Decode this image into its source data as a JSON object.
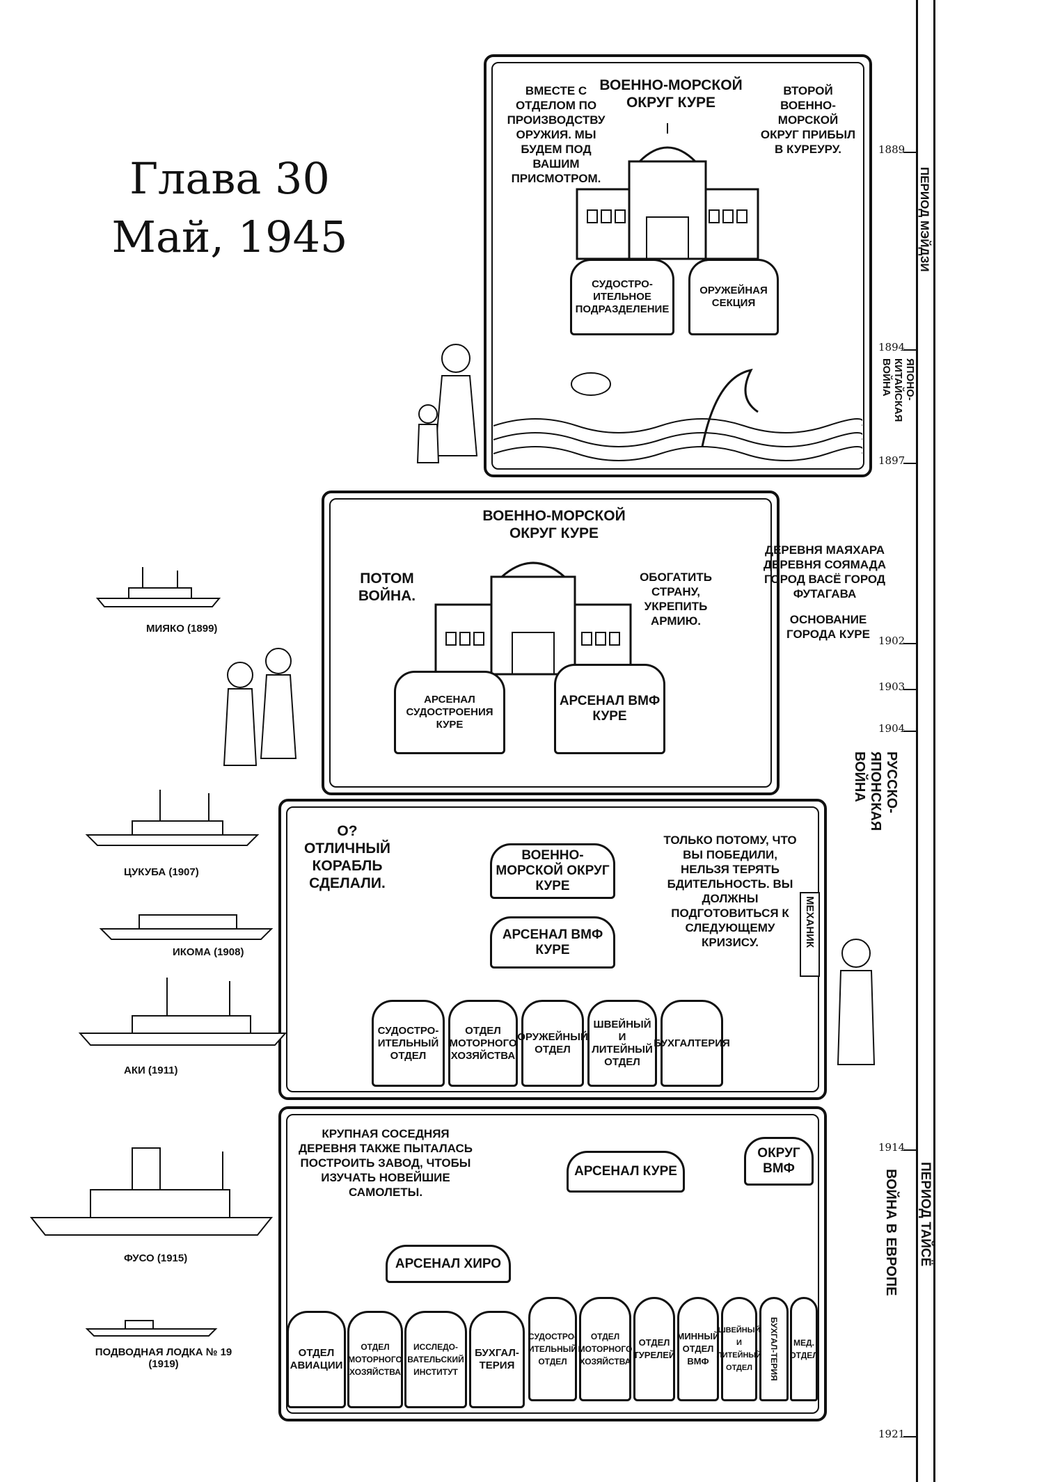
{
  "chapter": {
    "title_line1": "Глава 30",
    "title_line2": "Май, 1945"
  },
  "timeline": {
    "years": [
      "1889",
      "1894",
      "1897",
      "1902",
      "1903",
      "1904",
      "1914",
      "1921"
    ],
    "periods": [
      "Период мэйдзи",
      "Японо-китайская война",
      "Русско-японская война",
      "Война в Европе",
      "Период тайсё"
    ]
  },
  "panel1": {
    "left_text": "Вместе с отделом по производству оружия. Мы будем под вашим присмотром.",
    "top_text": "Военно-морской округ Куре",
    "right_text": "Второй военно-морской округ прибыл в Куреуру.",
    "houses": [
      "Судостро-ительное подразделение",
      "Оружейная секция"
    ]
  },
  "panel2": {
    "top_text": "Военно-морской округ Куре",
    "left_text": "Потом война.",
    "right_text": "Обогатить страну, укрепить армию.",
    "houses": [
      "Арсенал судостроения Куре",
      "Арсенал ВМФ Куре"
    ],
    "side_text": "Деревня Маяхара Деревня Соямада Город Васё Город Футагава",
    "side_text2": "Основание города Куре"
  },
  "panel3": {
    "left_text": "О? Отличный корабль сделали.",
    "top_box": "Военно-морской округ Куре",
    "mid_box": "Арсенал ВМФ Куре",
    "right_text": "Только потому, что вы победили, нельзя терять бдительность. Вы должны подготовиться к следующему кризису.",
    "side_label": "Механик",
    "houses": [
      "Судостро-ительный отдел",
      "Отдел моторного хозяйства",
      "Оружейный отдел",
      "Швейный и литейный отдел",
      "Бухгалтерия"
    ]
  },
  "panel4": {
    "left_text": "Крупная соседняя деревня также пыталась построить завод, чтобы изучать новейшие самолеты.",
    "arsenal_kure": "Арсенал Куре",
    "navy_district": "Округ ВМФ",
    "arsenal_hiro": "Арсенал Хиро",
    "hiro_houses": [
      "Отдел авиации",
      "Отдел моторного хозяйства",
      "Исследо-вательский институт",
      "Бухгал-терия"
    ],
    "kure_houses": [
      "Судостро-ительный отдел",
      "Отдел моторного хозяйства",
      "Отдел турелей",
      "Минный отдел ВМФ",
      "Швейный и литейный отдел",
      "Бухгал-терия",
      "Мед. отдел"
    ]
  },
  "ships": [
    {
      "label": "Мияко (1899)"
    },
    {
      "label": "Цукуба (1907)"
    },
    {
      "label": "Икома (1908)"
    },
    {
      "label": "Аки (1911)"
    },
    {
      "label": "Фусо (1915)"
    },
    {
      "label": "Подводная лодка № 19 (1919)"
    }
  ]
}
